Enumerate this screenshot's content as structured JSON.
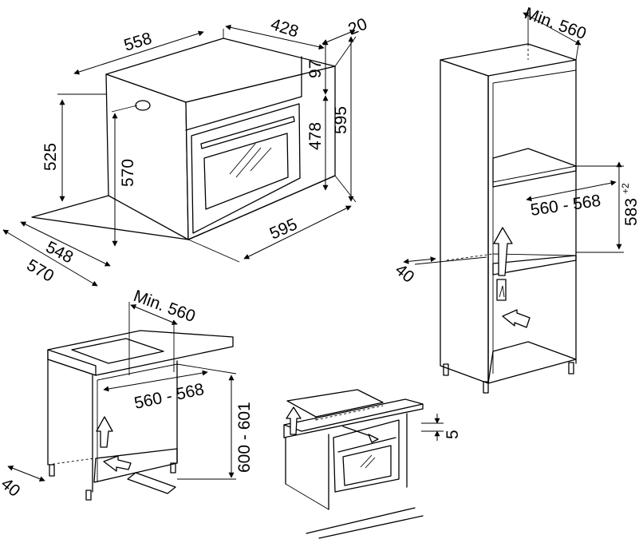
{
  "labels": {
    "w558": "558",
    "d428": "428",
    "t20": "20",
    "h97": "97",
    "h478": "478",
    "h595r": "595",
    "h525": "525",
    "h570": "570",
    "w595": "595",
    "d548": "548",
    "d570": "570",
    "tall_min560": "Min. 560",
    "tall_560_568": "560 - 568",
    "tall_583": "583",
    "tall_583_tol": "+2",
    "tall_40": "40",
    "under_min560": "Min. 560",
    "under_560_568": "560 - 568",
    "under_600_601": "600 - 601",
    "under_40": "40",
    "hob_5": "5"
  }
}
